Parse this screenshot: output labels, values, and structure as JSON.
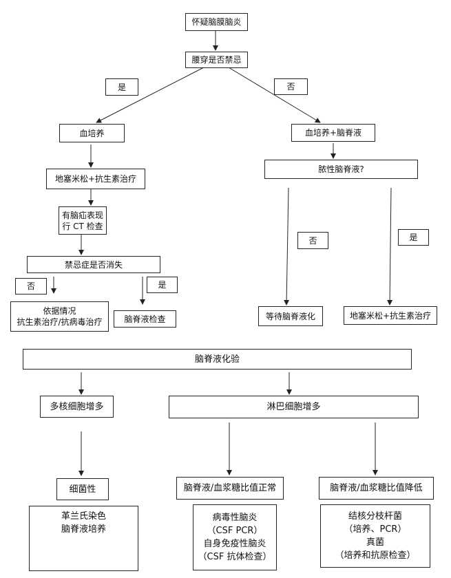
{
  "nodes": {
    "suspect": "怀疑脑膜脑炎",
    "lumbar": "腰穿是否禁忌",
    "yes_top": "是",
    "no_top": "否",
    "blood_culture": "血培养",
    "blood_csf": "血培养+脑脊液",
    "dexa_left": "地塞米松+抗生素治疗",
    "herniation_line1": "有脑疝表现",
    "herniation_line2": "行 CT 检查",
    "contra_gone": "禁忌症是否消失",
    "no_left": "否",
    "yes_left": "是",
    "treat_line1": "依据情况",
    "treat_line2": "抗生素治疗/抗病毒治疗",
    "csf_check": "脑脊液检查",
    "purulent": "脓性脑脊液?",
    "no_right": "否",
    "yes_right": "是",
    "wait_csf": "等待脑脊液化",
    "dexa_right": "地塞米松+抗生素治疗",
    "csf_lab": "脑脊液化验",
    "poly": "多核细胞增多",
    "lymph": "淋巴细胞增多",
    "bacterial": "细菌性",
    "ratio_normal": "脑脊液/血浆糖比值正常",
    "ratio_low": "脑脊液/血浆糖比值降低",
    "gram_line1": "革兰氏染色",
    "gram_line2": "脑脊液培养",
    "viral_line1": "病毒性脑炎",
    "viral_line2": "（CSF PCR）",
    "viral_line3": "自身免疫性脑炎",
    "viral_line4": "（CSF 抗体检查）",
    "tb_line1": "结核分枝杆菌",
    "tb_line2": "（培养、PCR）",
    "tb_line3": "真菌",
    "tb_line4": "（培养和抗原检查）"
  }
}
